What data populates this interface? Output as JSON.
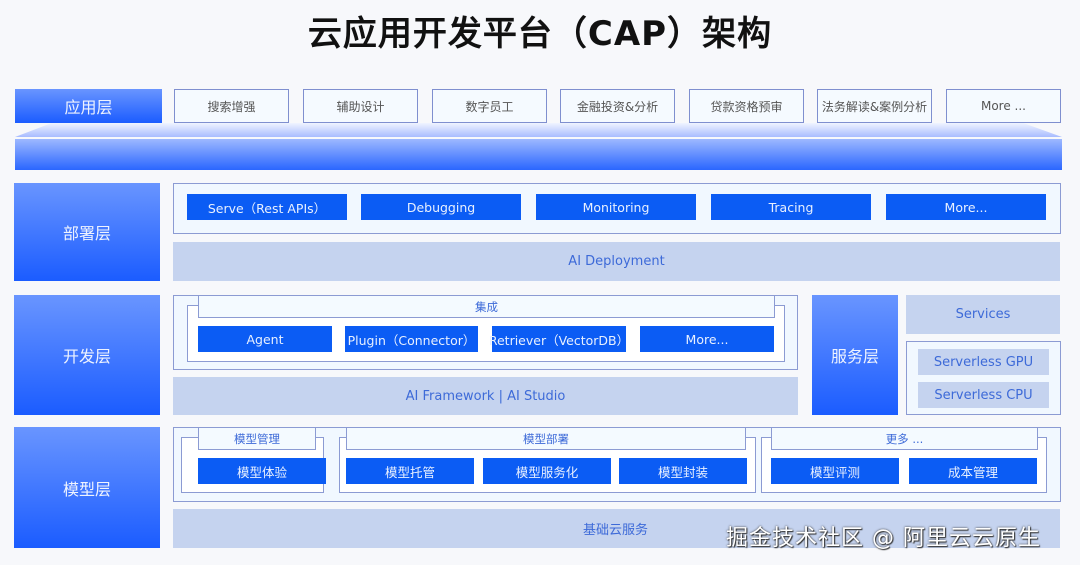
{
  "title": "云应用开发平台（CAP）架构",
  "app_layer": {
    "label": "应用层",
    "items": [
      "搜索增强",
      "辅助设计",
      "数字员工",
      "金融投资&分析",
      "贷款资格预审",
      "法务解读&案例分析",
      "More ..."
    ]
  },
  "deploy_layer": {
    "label": "部署层",
    "buttons": [
      "Serve（Rest APIs）",
      "Debugging",
      "Monitoring",
      "Tracing",
      "More..."
    ],
    "base": "AI Deployment"
  },
  "dev_layer": {
    "label": "开发层",
    "group_title": "集成",
    "buttons": [
      "Agent",
      "Plugin（Connector）",
      "Retriever（VectorDB）",
      "More..."
    ],
    "base": "AI Framework  |  AI Studio"
  },
  "service_layer": {
    "label": "服务层",
    "services": "Services",
    "items": [
      "Serverless GPU",
      "Serverless CPU"
    ]
  },
  "model_layer": {
    "label": "模型层",
    "groups": [
      {
        "title": "模型管理",
        "buttons": [
          "模型体验"
        ]
      },
      {
        "title": "模型部署",
        "buttons": [
          "模型托管",
          "模型服务化",
          "模型封装"
        ]
      },
      {
        "title": "更多 ...",
        "buttons": [
          "模型评测",
          "成本管理"
        ]
      }
    ],
    "base": "基础云服务"
  },
  "watermark": "掘金技术社区 @ 阿里云云原生",
  "colors": {
    "primary_blue": "#0b5cf4",
    "pale_blue": "#c5d3ef",
    "label_gradient_top": "#6995ff",
    "label_gradient_bottom": "#1b5cff"
  }
}
